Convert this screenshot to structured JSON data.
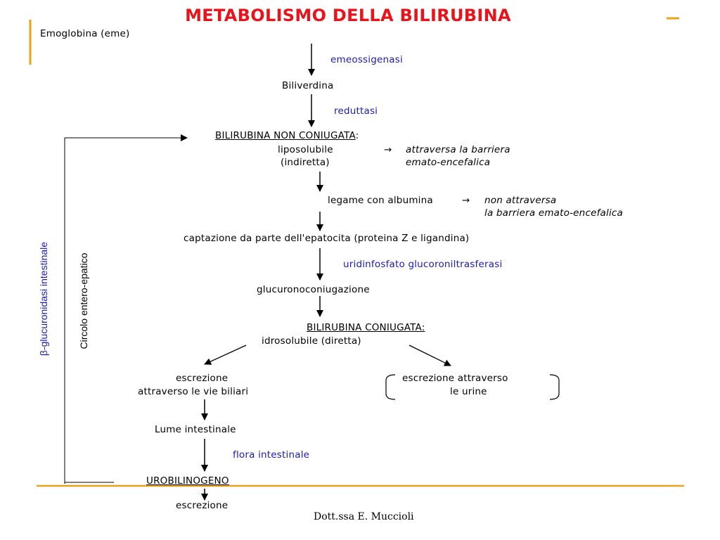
{
  "slide": {
    "title": "METABOLISMO DELLA BILIRUBINA",
    "footer": "Dott.ssa E. Muccioli"
  },
  "colors": {
    "title_red": "#e8141c",
    "enzyme_blue": "#1a1ab8",
    "accent_orange": "#e9a21e"
  },
  "diagram": {
    "emoglobina": "Emoglobina (eme)",
    "emeossigenasi": "emeossigenasi",
    "biliverdina": "Biliverdina",
    "reduttasi": "reduttasi",
    "bnc_title": "BILIRUBINA NON CONIUGATA",
    "bnc_colon": ":",
    "liposolubile": "liposolubile",
    "indiretta": "(indiretta)",
    "arrow_sym": "→",
    "attraversa_1": "attraversa la barriera",
    "attraversa_2": "emato-encefalica",
    "legame": "legame con albumina",
    "non_attraversa_1": "non attraversa",
    "non_attraversa_2": "la barriera emato-encefalica",
    "captazione": "captazione da parte dell'epatocita   (proteina Z e ligandina)",
    "uridinfosfato": "uridinfosfato glucoroniltrasferasi",
    "glucuronoconiugazione": "glucuronoconiugazione",
    "bc_title": "BILIRUBINA CONIUGATA:",
    "idrosolubile": "idrosolubile  (diretta)",
    "escrezione_biliari_1": "escrezione",
    "escrezione_biliari_2": "attraverso le vie biliari",
    "escrezione_urine_1": "escrezione  attraverso",
    "escrezione_urine_2": "le urine",
    "lume": "Lume intestinale",
    "flora": "flora intestinale",
    "urobilinogeno": "UROBILINOGENO",
    "escrezione_finale": "escrezione",
    "circolo": "Circolo entero-epatico",
    "glucuronidasi": "β-glucuronidasi intestinale"
  }
}
